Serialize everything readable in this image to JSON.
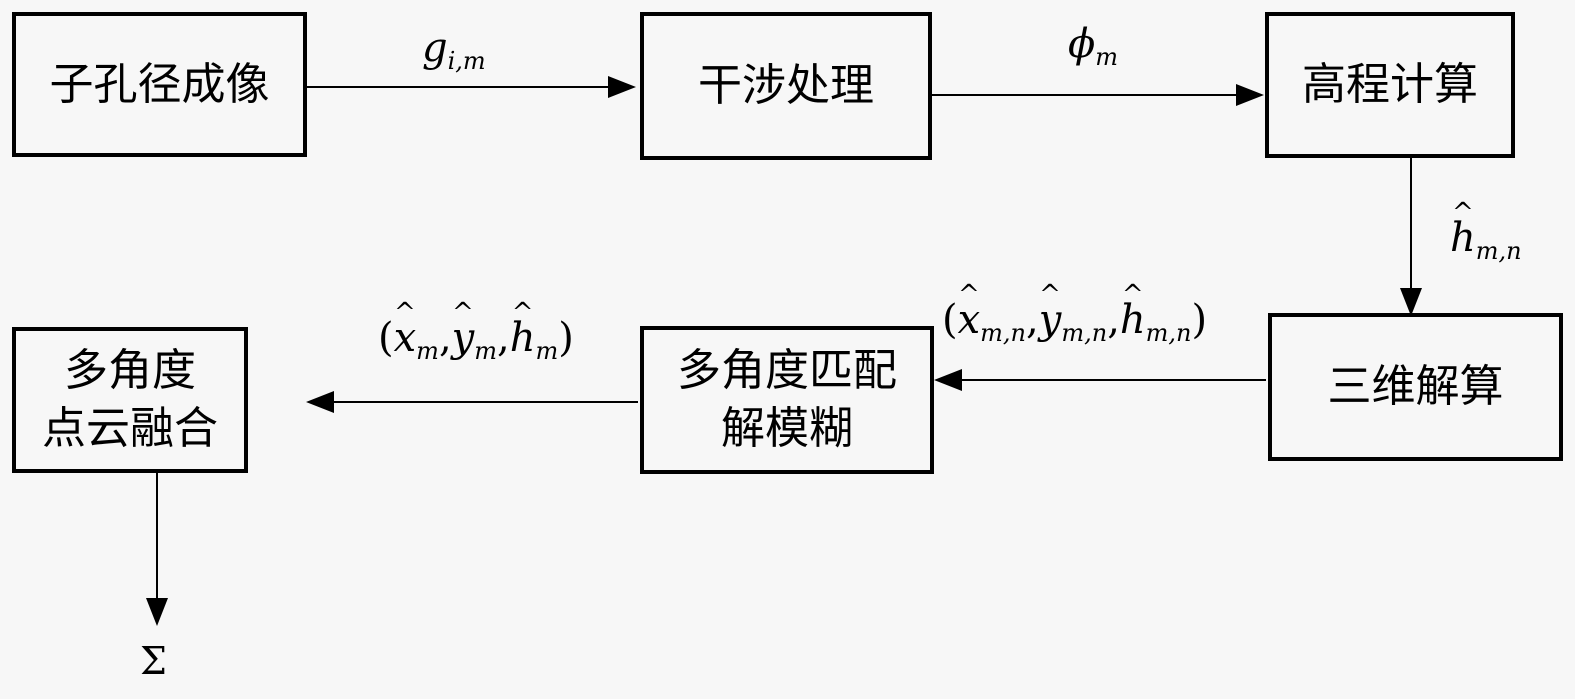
{
  "nodes": {
    "subaperture_imaging": "子孔径成像",
    "interferometric_processing": "干涉处理",
    "elevation_calculation": "高程计算",
    "three_d_solution": "三维解算",
    "multi_angle_matching": {
      "line1": "多角度匹配",
      "line2": "解模糊"
    },
    "multi_angle_fusion": {
      "line1": "多角度",
      "line2": "点云融合"
    }
  },
  "edges": {
    "imaging_to_interferometry": {
      "var": "g",
      "sub": "i,m"
    },
    "interferometry_to_elevation": {
      "var": "ϕ",
      "sub": "m"
    },
    "elevation_to_3d": {
      "var": "h",
      "sub": "m,n"
    },
    "three_d_to_matching": {
      "open": "(",
      "x": "x",
      "y": "y",
      "h": "h",
      "sub": "m,n",
      "sep": ",",
      "close": ")"
    },
    "matching_to_fusion": {
      "open": "(",
      "x": "x",
      "y": "y",
      "h": "h",
      "sub": "m",
      "sep": ",",
      "close": ")"
    },
    "fusion_output": "Σ"
  }
}
